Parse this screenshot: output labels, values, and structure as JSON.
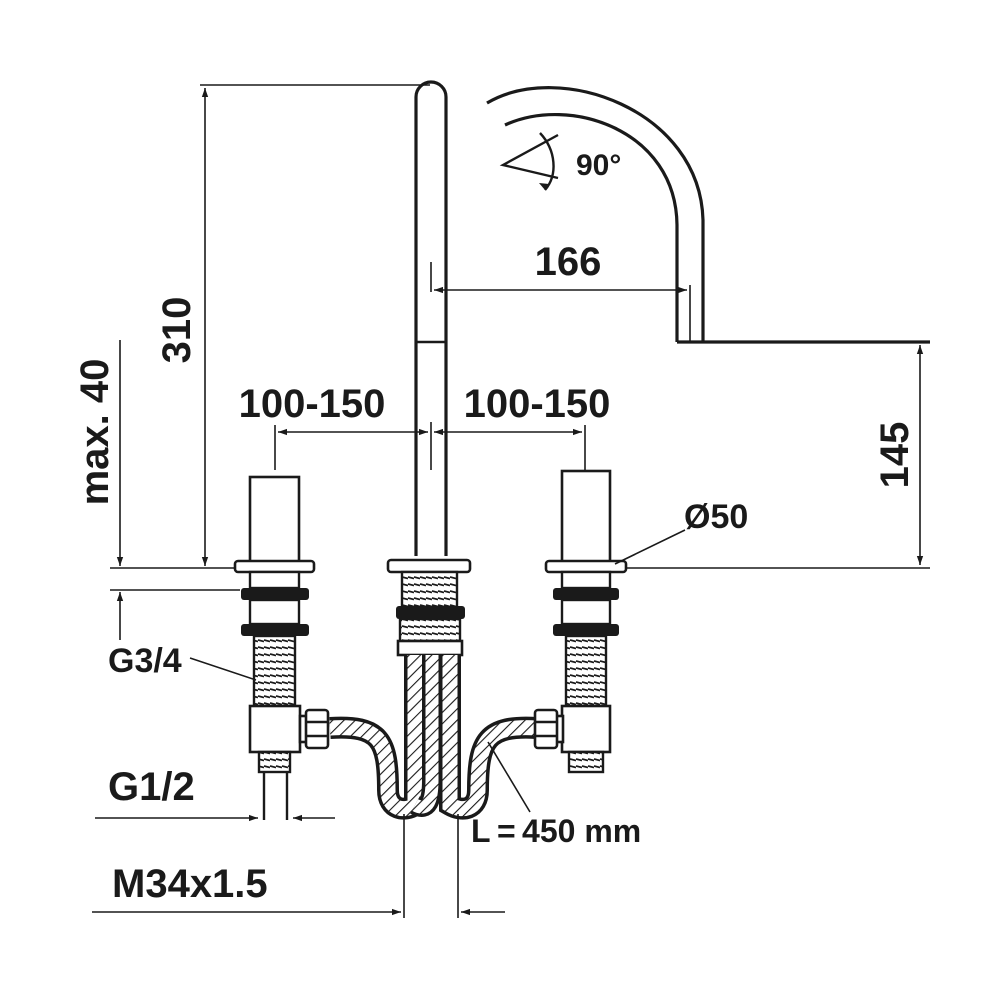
{
  "dimensions": {
    "spout_height": "310",
    "spout_reach": "166",
    "spread_left": "100-150",
    "spread_right": "100-150",
    "deck_to_outlet": "145",
    "deck_thickness": "max. 40",
    "flange_diameter": "Ø50",
    "swivel_angle": "90°",
    "valve_thread": "G3/4",
    "connection_thread": "G1/2",
    "mount_thread": "M34x1.5",
    "hose_length": "L = 450 mm"
  },
  "colors": {
    "line": "#1a1a1a",
    "background": "#ffffff"
  }
}
